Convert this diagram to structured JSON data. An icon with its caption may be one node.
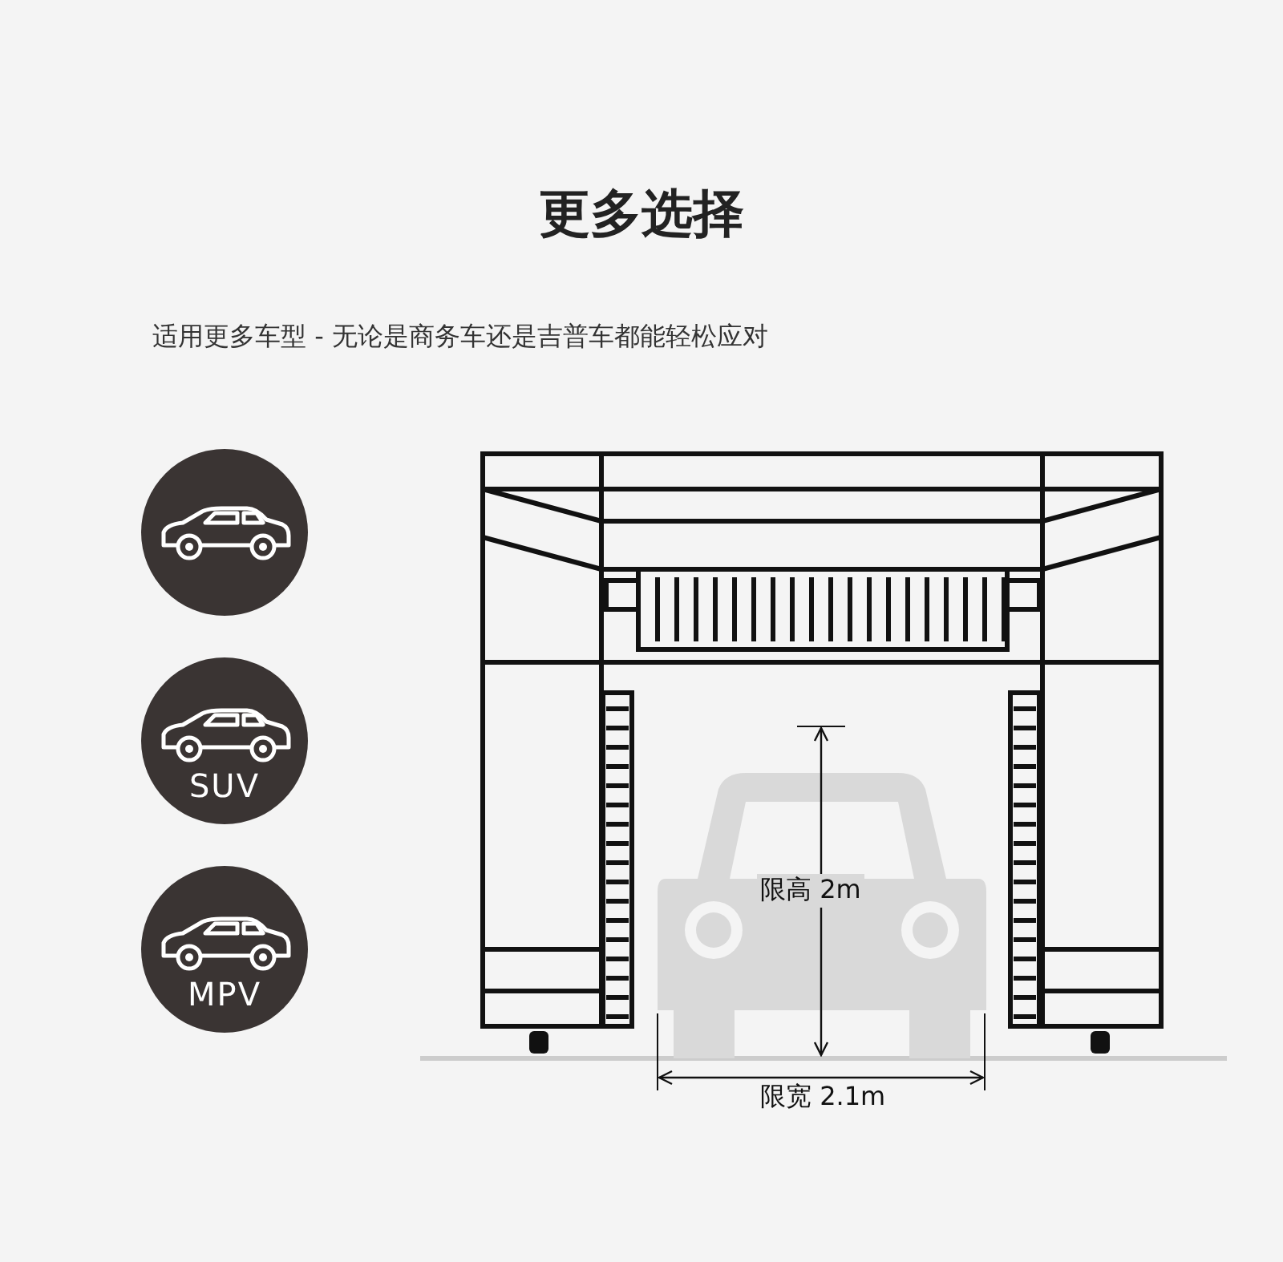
{
  "diagram": {
    "title": "更多选择",
    "nodes": [
      {
        "text": [],
        "shape": "circle"
      },
      {
        "text": [
          "SUV"
        ]
      },
      {
        "text": [
          "MPV"
        ]
      }
    ],
    "labels": [
      "适用更多车型 - 无论是商务车还是吉普车都能轻松应对",
      "限高 2m",
      "限宽 2.1m"
    ]
  }
}
